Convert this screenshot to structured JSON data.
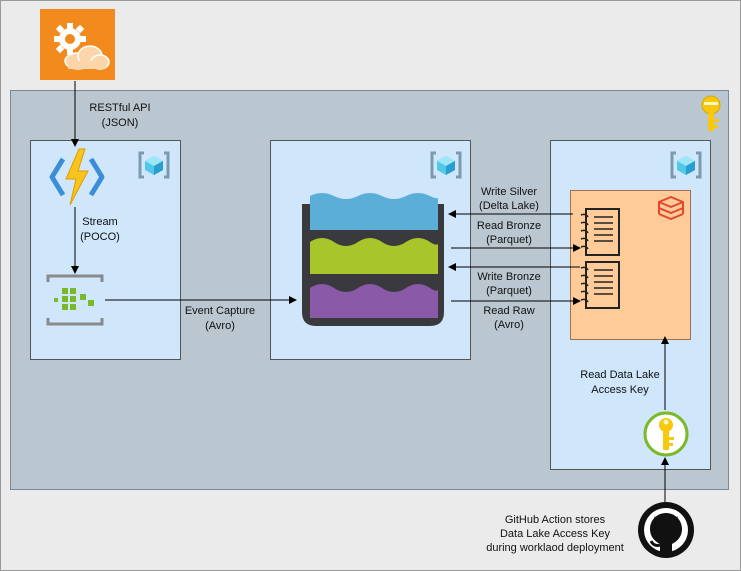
{
  "labels": {
    "api": "RESTful API\n(JSON)",
    "stream": "Stream\n(POCO)",
    "capture": "Event Capture\n(Avro)",
    "write_silver": "Write Silver\n(Delta Lake)",
    "read_bronze": "Read Bronze\n(Parquet)",
    "write_bronze": "Write Bronze\n(Parquet)",
    "read_raw": "Read Raw\n(Avro)",
    "read_key": "Read Data Lake\nAccess Key",
    "github": "GitHub Action stores\nData Lake Access Key\nduring worklaod deployment"
  },
  "icons": [
    "api-cloud-gear-icon",
    "key-vault-key-icon",
    "resource-group-icon",
    "azure-function-icon",
    "event-hub-icon",
    "data-lake-icon",
    "databricks-icon",
    "notebook-icon",
    "managed-identity-key-icon",
    "github-icon"
  ],
  "colors": {
    "api_orange": "#f28a1e",
    "lake_blue": "#5aaed8",
    "lake_lime": "#a8c62a",
    "lake_purple": "#8a5aa8",
    "lake_dark": "#3a3a3e",
    "key_yellow": "#f6c90e",
    "databricks_red": "#e8442d",
    "panel_blue": "#cfe6fb",
    "rg_gray": "#bac6d0"
  }
}
